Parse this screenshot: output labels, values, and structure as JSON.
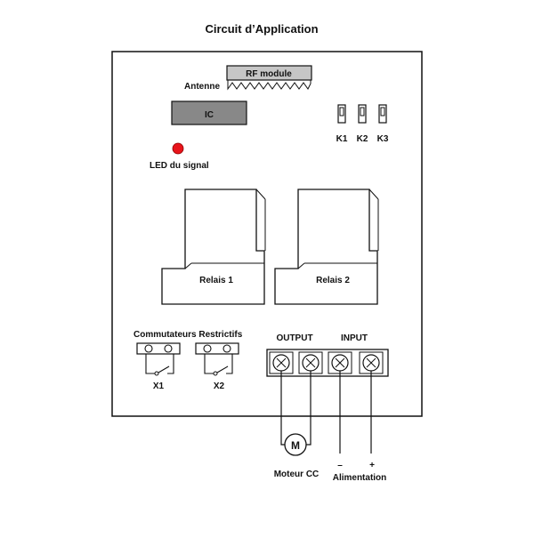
{
  "title": "Circuit d’Application",
  "module": {
    "rf_label": "RF module",
    "antenna_label": "Antenne"
  },
  "ic_label": "IC",
  "led_label": "LED du signal",
  "switches": [
    "K1",
    "K2",
    "K3"
  ],
  "relays": [
    "Relais 1",
    "Relais 2"
  ],
  "limit_switches": {
    "title": "Commutateurs Restrictifs",
    "items": [
      "X1",
      "X2"
    ]
  },
  "terminal_labels": {
    "output": "OUTPUT",
    "input": "INPUT"
  },
  "motor": {
    "symbol": "M",
    "label": "Moteur CC"
  },
  "power": {
    "label": "Alimentation",
    "minus": "–",
    "plus": "+"
  },
  "colors": {
    "led": "#e8141b",
    "ic_fill": "#888888",
    "rf_fill": "#c6c6c6",
    "stroke": "#111111"
  }
}
